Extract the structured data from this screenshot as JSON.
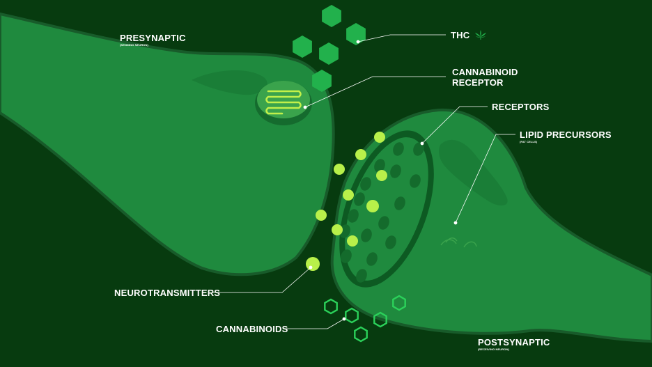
{
  "labels": {
    "presynaptic": {
      "title": "PRESYNAPTIC",
      "sub": "(SENDING NEURON)"
    },
    "thc": "THC",
    "cannabinoid_receptor": [
      "CANNABINOID",
      "RECEPTOR"
    ],
    "receptors": "RECEPTORS",
    "lipid_precursors": {
      "title": "LIPID PRECURSORS",
      "sub": "(FAT CELLS)"
    },
    "neurotransmitters": "NEUROTRANSMITTERS",
    "cannabinoids": "CANNABINOIDS",
    "postsynaptic": {
      "title": "POSTSYNAPTIC",
      "sub": "(RECEIVING NEURON)"
    }
  },
  "icons": {
    "thc_leaf": "cannabis-leaf-icon"
  },
  "colors": {
    "background": "#073b0f",
    "neuron_fill": "#1f8a3e",
    "neuron_outline": "#185b2a",
    "thc_molecule": "#22b14c",
    "neurotransmitter": "#b8f04a",
    "cannabinoid_outline": "#2bd15a",
    "leader_line": "#ffffff"
  }
}
